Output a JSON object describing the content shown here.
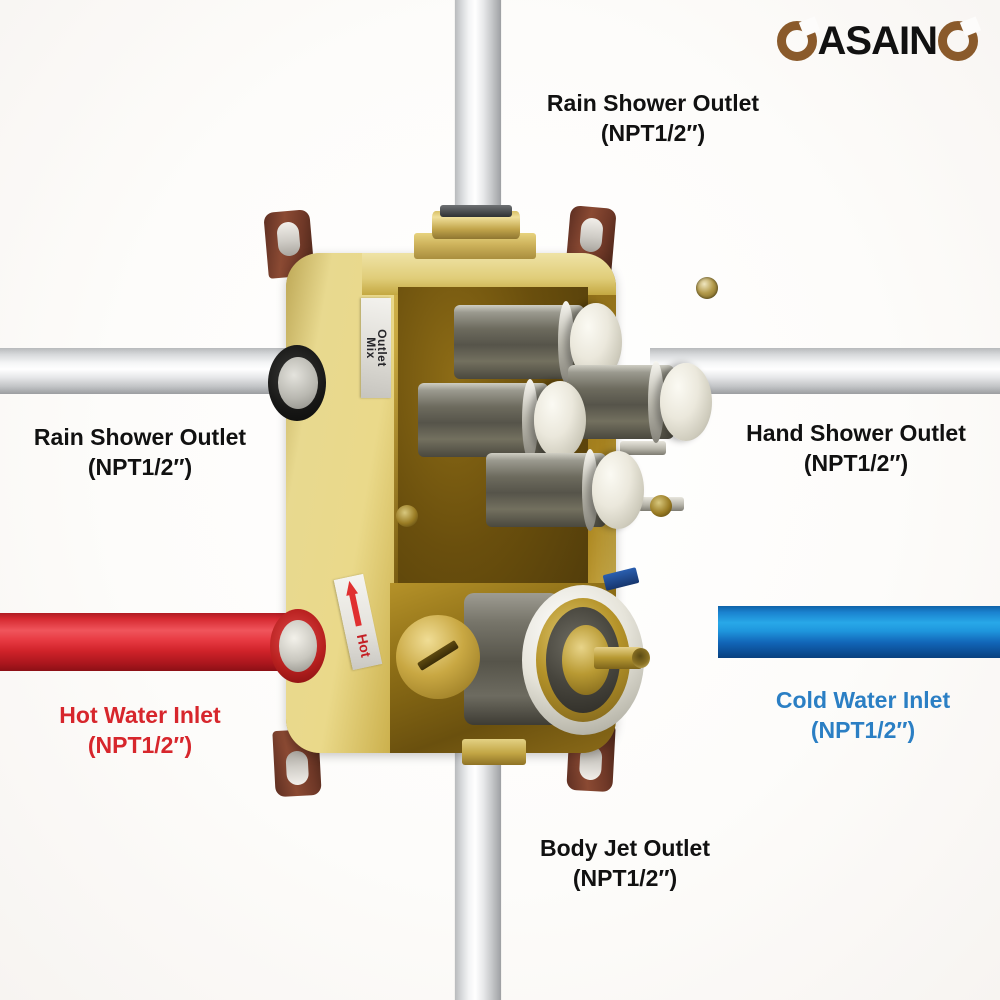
{
  "brand": {
    "name": "CASAINO",
    "word": "ASAIN",
    "leading_glyph": "c-ring-icon",
    "trailing_glyph": "o-ring-icon",
    "color": "#8a5a2b"
  },
  "colors": {
    "background": "#fdfcfb",
    "hot_label": "#d7262c",
    "cold_label": "#2b7fc4",
    "default_label": "#111111",
    "brass_body": "#c9a840",
    "bracket_brown": "#6f3827",
    "hot_pipe": "#e83b43",
    "cold_pipe": "#1f96dd",
    "chrome_pipe": "#d6d8da"
  },
  "labels": {
    "rain_top": {
      "title": "Rain Shower Outlet",
      "spec": "(NPT1/2″)"
    },
    "rain_left": {
      "title": "Rain Shower Outlet",
      "spec": "(NPT1/2″)"
    },
    "hand_right": {
      "title": "Hand Shower Outlet",
      "spec": "(NPT1/2″)"
    },
    "hot_inlet": {
      "title": "Hot Water Inlet",
      "spec": "(NPT1/2″)"
    },
    "cold_inlet": {
      "title": "Cold Water Inlet",
      "spec": "(NPT1/2″)"
    },
    "body_jet": {
      "title": "Body Jet Outlet",
      "spec": "(NPT1/2″)"
    }
  },
  "stickers": {
    "outlet_mix": {
      "line1": "Outlet",
      "line2": "Mix"
    },
    "hot": {
      "text": "Hot"
    }
  },
  "pipes": {
    "vertical_top": "chrome-pipe-rain-shower",
    "vertical_bottom": "chrome-pipe-body-jet",
    "left": "chrome-pipe-rain-shower-outlet",
    "right": "chrome-pipe-hand-shower-outlet",
    "hot": "red-pipe-hot-water-inlet",
    "cold": "blue-pipe-cold-water-inlet"
  },
  "product": {
    "type": "thermostatic-shower-valve-rough-in",
    "ports": 6
  }
}
